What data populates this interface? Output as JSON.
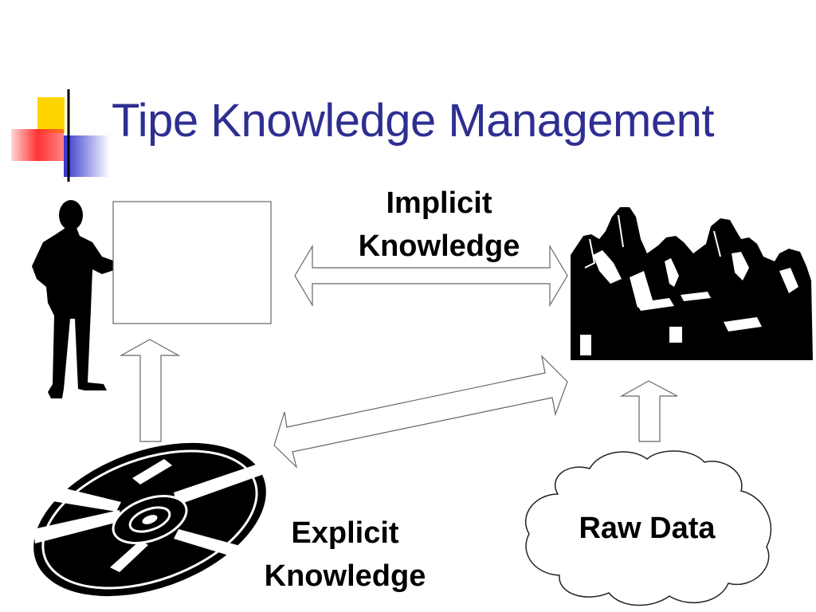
{
  "slide": {
    "title": "Tipe Knowledge Management",
    "implicit_label": [
      "Implicit",
      "Knowledge"
    ],
    "explicit_label": [
      "Explicit",
      "Knowledge"
    ],
    "raw_data_label": "Raw Data"
  },
  "colors": {
    "title": "#2e2e92",
    "deco_yellow": "#ffd500",
    "deco_red": "#ff3333",
    "deco_blue": "#3333cc",
    "outline": "#555555",
    "ink": "#000000"
  },
  "icons": [
    "presenter-icon",
    "whiteboard-icon",
    "meeting-group-icon",
    "disc-icon",
    "cloud-icon"
  ]
}
